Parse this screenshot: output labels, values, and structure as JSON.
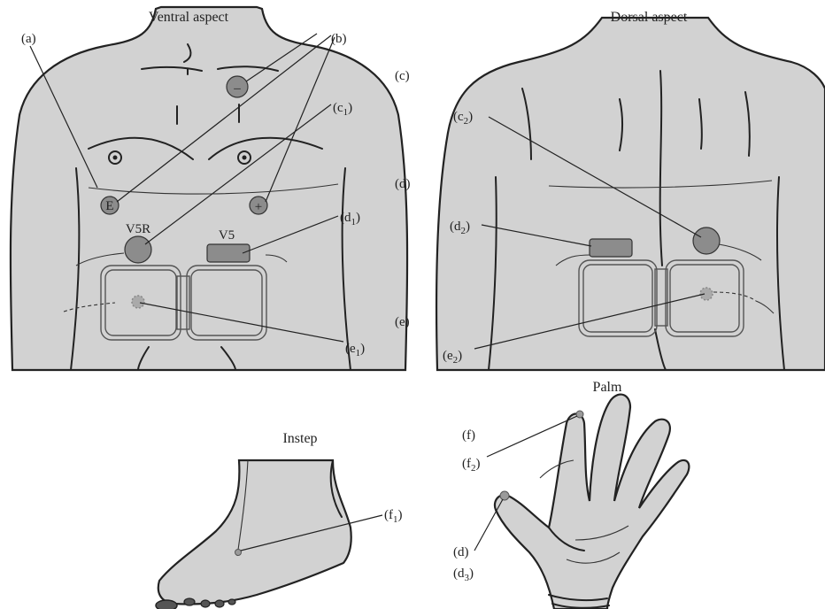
{
  "titles": {
    "ventral": "Ventral aspect",
    "dorsal": "Dorsal aspect",
    "palm": "Palm",
    "instep": "Instep"
  },
  "labels": {
    "a": "(a)",
    "b": "(b)",
    "c": "(c)",
    "c1": "(c",
    "c1_sub": "1",
    "c2": "(c",
    "c2_sub": "2",
    "d": "(d)",
    "d1": "(d",
    "d1_sub": "1",
    "d2": "(d",
    "d2_sub": "2",
    "e": "(e)",
    "e1": "(e",
    "e1_sub": "1",
    "e2": "(e",
    "e2_sub": "2",
    "f": "(f)",
    "f1": "(f",
    "f1_sub": "1",
    "f2": "(f",
    "f2_sub": "2",
    "d_hand": "(d)",
    "d3": "(d",
    "d3_sub": "3",
    "close_paren": ")"
  },
  "electrodes": {
    "minus": "–",
    "plus": "+",
    "ground": "E",
    "v5r": "V5R",
    "v5": "V5"
  },
  "colors": {
    "skin": "#d2d2d2",
    "electrode": "#8c8c8c",
    "outline": "#222222"
  }
}
